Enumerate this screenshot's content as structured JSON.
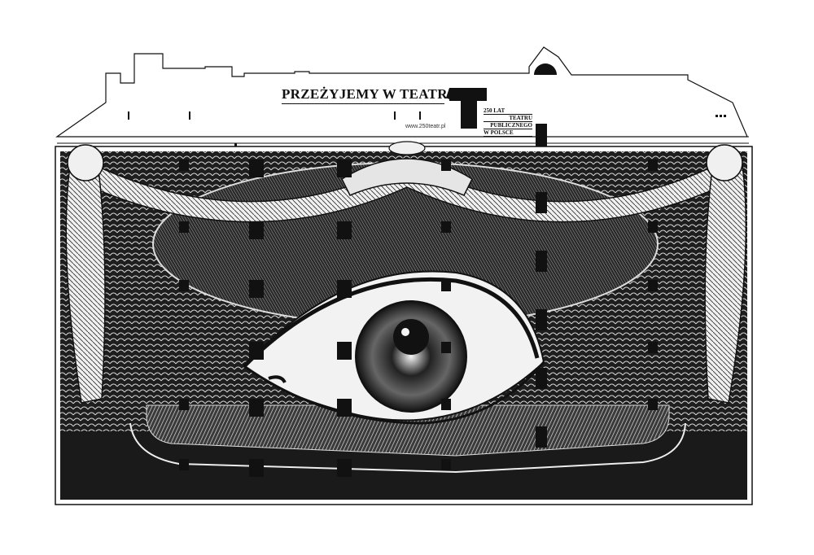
{
  "header": {
    "title": "PRZEŻYJEMY W TEATRZE",
    "url": "www.250teatr.pl",
    "logo_letter": "T",
    "anniversary": [
      "250 LAT",
      "TEATRU",
      "PUBLICZNEGO",
      "W POLSCE"
    ]
  },
  "artwork": {
    "subject": "eye-icon",
    "curtain": "drape-icon"
  },
  "colors": {
    "ink": "#111111",
    "paper": "#ffffff",
    "stage": "#2a2a2a"
  }
}
